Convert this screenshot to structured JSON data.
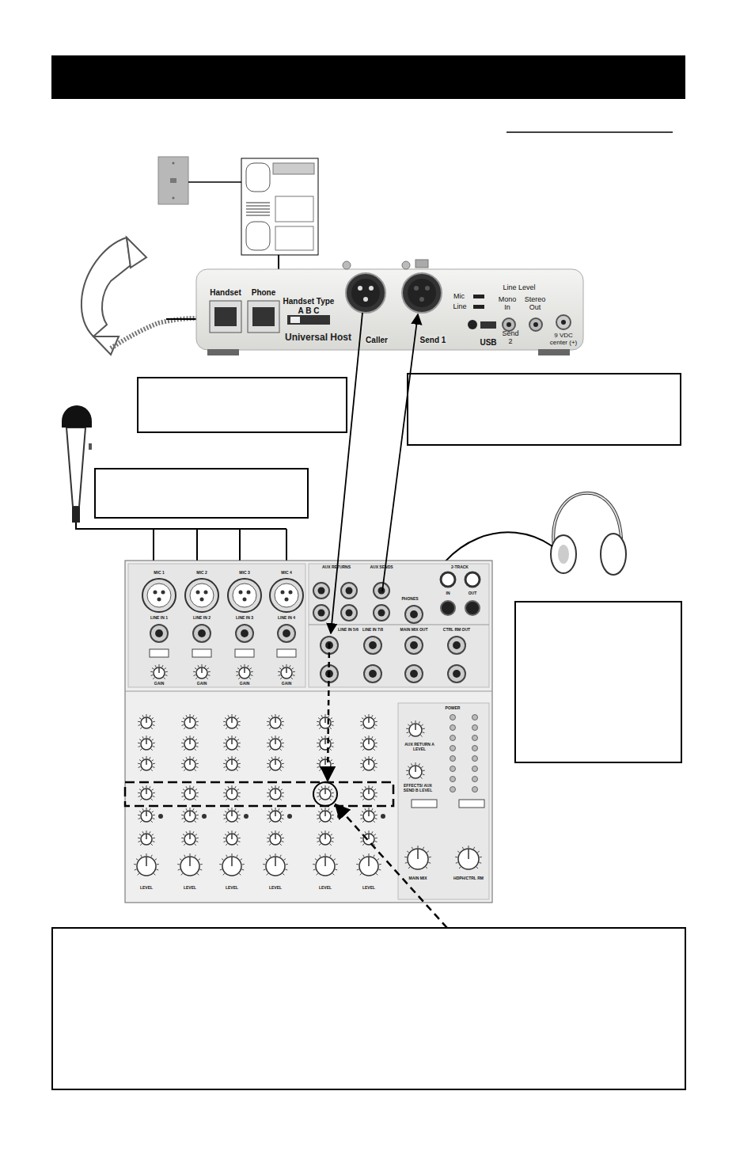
{
  "diagram": {
    "nodes": [
      {
        "text": [
          "Universal Host"
        ]
      }
    ],
    "labels": [
      "Handset",
      "Phone",
      "Handset Type",
      "A B C",
      "Caller",
      "Send 1",
      "Mic",
      "Line",
      "Line Level",
      "Mono In",
      "Stereo Out",
      "USB",
      "Send 2",
      "9 VDC center (+)",
      "MIC 1",
      "MIC 2",
      "MIC 3",
      "MIC 4",
      "LINE IN 1",
      "LINE IN 2",
      "LINE IN 3",
      "LINE IN 4",
      "GAIN",
      "GAIN",
      "GAIN",
      "GAIN",
      "AUX RETURNS",
      "AUX SENDS",
      "PHONES",
      "2-TRACK",
      "IN",
      "OUT",
      "LINE IN 5/6",
      "LINE IN 7/8",
      "MAIN MIX OUT",
      "CTRL RM OUT",
      "LEVEL",
      "LEVEL",
      "LEVEL",
      "LEVEL",
      "LEVEL",
      "LEVEL",
      "POWER",
      "AUX RETURN A LEVEL",
      "EFFECTS/ AUX SEND B LEVEL",
      "MAIN MIX",
      "HDPH/CTRL RM"
    ]
  }
}
